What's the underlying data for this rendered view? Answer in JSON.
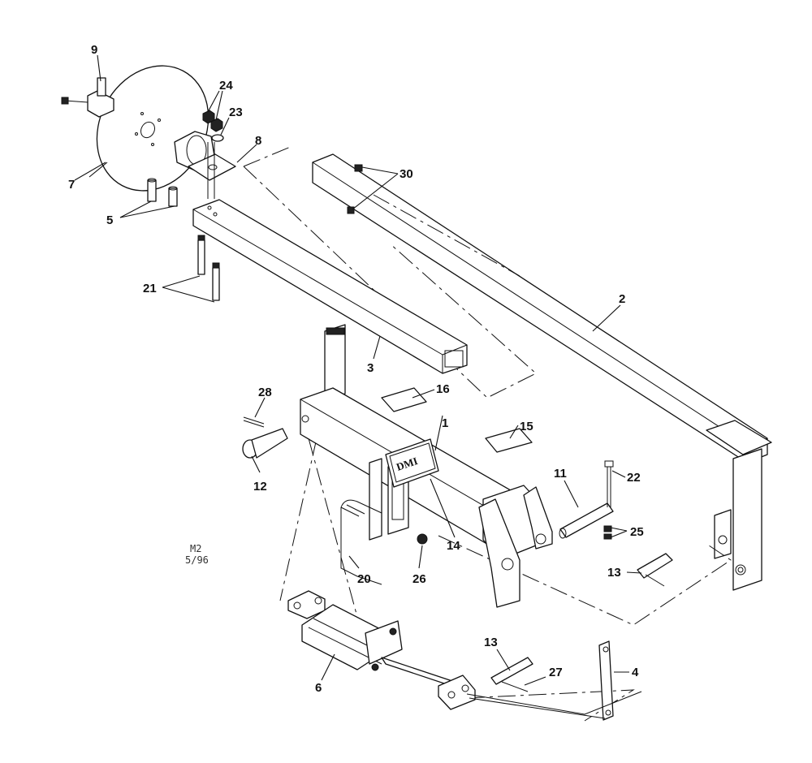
{
  "callouts": [
    {
      "id": "9",
      "text": "9"
    },
    {
      "id": "24",
      "text": "24"
    },
    {
      "id": "23",
      "text": "23"
    },
    {
      "id": "8",
      "text": "8"
    },
    {
      "id": "7",
      "text": "7"
    },
    {
      "id": "30",
      "text": "30"
    },
    {
      "id": "5",
      "text": "5"
    },
    {
      "id": "21",
      "text": "21"
    },
    {
      "id": "2",
      "text": "2"
    },
    {
      "id": "3",
      "text": "3"
    },
    {
      "id": "28",
      "text": "28"
    },
    {
      "id": "16",
      "text": "16"
    },
    {
      "id": "1",
      "text": "1"
    },
    {
      "id": "15",
      "text": "15"
    },
    {
      "id": "12",
      "text": "12"
    },
    {
      "id": "11",
      "text": "11"
    },
    {
      "id": "22",
      "text": "22"
    },
    {
      "id": "25",
      "text": "25"
    },
    {
      "id": "14",
      "text": "14"
    },
    {
      "id": "20",
      "text": "20"
    },
    {
      "id": "26",
      "text": "26"
    },
    {
      "id": "13a",
      "text": "13"
    },
    {
      "id": "13b",
      "text": "13"
    },
    {
      "id": "27",
      "text": "27"
    },
    {
      "id": "4",
      "text": "4"
    },
    {
      "id": "6",
      "text": "6"
    }
  ],
  "drawing_code": {
    "line1": "M2",
    "line2": "5/96"
  },
  "logo_text": "DMI"
}
